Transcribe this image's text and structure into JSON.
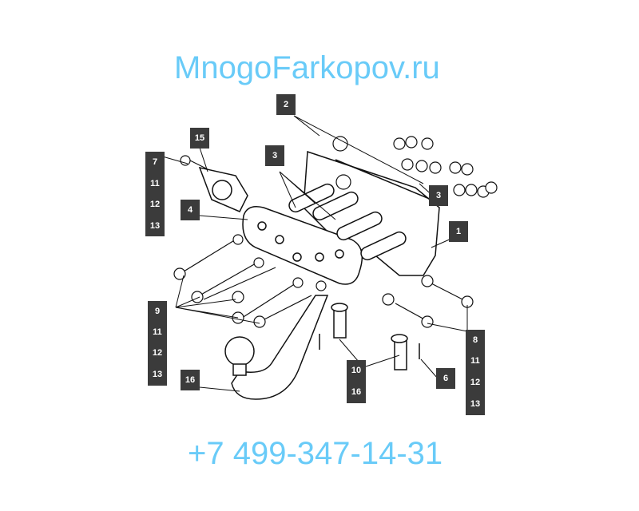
{
  "watermark": {
    "site": "MnogoFarkopov.ru",
    "phone": "+7 499-347-14-31"
  },
  "labels": {
    "l2": "2",
    "l15": "15",
    "l3a": "3",
    "l7": "7",
    "l11a": "11",
    "l12a": "12",
    "l13a": "13",
    "l4": "4",
    "l3b": "3",
    "l1": "1",
    "l9": "9",
    "l11b": "11",
    "l12b": "12",
    "l13b": "13",
    "l16a": "16",
    "l10": "10",
    "l16b": "16",
    "l6": "6",
    "l8": "8",
    "l11c": "11",
    "l12c": "12",
    "l13c": "13"
  }
}
